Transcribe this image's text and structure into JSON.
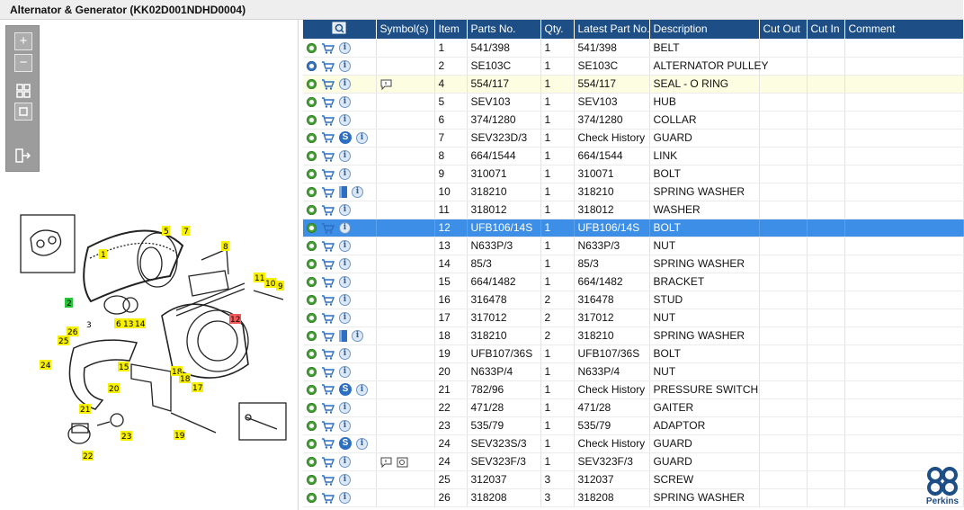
{
  "title": "Alternator & Generator (KK02D001NDHD0004)",
  "toolbar": {
    "zoom_in_icon": "zoom-in-icon",
    "zoom_out_icon": "zoom-out-icon",
    "fit_icon": "fit-window-icon",
    "actual_icon": "actual-size-icon",
    "export_icon": "export-icon"
  },
  "diagram_labels": [
    "1",
    "2",
    "3",
    "5",
    "6",
    "7",
    "8",
    "9",
    "10",
    "11",
    "12",
    "13",
    "14",
    "15",
    "17",
    "18",
    "18",
    "19",
    "20",
    "21",
    "22",
    "23",
    "24",
    "25",
    "26"
  ],
  "columns": {
    "icons": "",
    "symbols": "Symbol(s)",
    "item": "Item",
    "parts_no": "Parts No.",
    "qty": "Qty.",
    "latest": "Latest Part No.",
    "description": "Description",
    "cut_out": "Cut Out",
    "cut_in": "Cut In",
    "comment": "Comment"
  },
  "rows": [
    {
      "item": "1",
      "part": "541/398",
      "qty": "1",
      "latest": "541/398",
      "desc": "BELT"
    },
    {
      "item": "2",
      "part": "SE103C",
      "qty": "1",
      "latest": "SE103C",
      "desc": "ALTERNATOR PULLEY"
    },
    {
      "item": "4",
      "part": "554/117",
      "qty": "1",
      "latest": "554/117",
      "desc": "SEAL - O RING"
    },
    {
      "item": "5",
      "part": "SEV103",
      "qty": "1",
      "latest": "SEV103",
      "desc": "HUB"
    },
    {
      "item": "6",
      "part": "374/1280",
      "qty": "1",
      "latest": "374/1280",
      "desc": "COLLAR"
    },
    {
      "item": "7",
      "part": "SEV323D/3",
      "qty": "1",
      "latest": "Check History",
      "desc": "GUARD"
    },
    {
      "item": "8",
      "part": "664/1544",
      "qty": "1",
      "latest": "664/1544",
      "desc": "LINK"
    },
    {
      "item": "9",
      "part": "310071",
      "qty": "1",
      "latest": "310071",
      "desc": "BOLT"
    },
    {
      "item": "10",
      "part": "318210",
      "qty": "1",
      "latest": "318210",
      "desc": "SPRING WASHER"
    },
    {
      "item": "11",
      "part": "318012",
      "qty": "1",
      "latest": "318012",
      "desc": "WASHER"
    },
    {
      "item": "12",
      "part": "UFB106/14S",
      "qty": "1",
      "latest": "UFB106/14S",
      "desc": "BOLT"
    },
    {
      "item": "13",
      "part": "N633P/3",
      "qty": "1",
      "latest": "N633P/3",
      "desc": "NUT"
    },
    {
      "item": "14",
      "part": "85/3",
      "qty": "1",
      "latest": "85/3",
      "desc": "SPRING WASHER"
    },
    {
      "item": "15",
      "part": "664/1482",
      "qty": "1",
      "latest": "664/1482",
      "desc": "BRACKET"
    },
    {
      "item": "16",
      "part": "316478",
      "qty": "2",
      "latest": "316478",
      "desc": "STUD"
    },
    {
      "item": "17",
      "part": "317012",
      "qty": "2",
      "latest": "317012",
      "desc": "NUT"
    },
    {
      "item": "18",
      "part": "318210",
      "qty": "2",
      "latest": "318210",
      "desc": "SPRING WASHER"
    },
    {
      "item": "19",
      "part": "UFB107/36S",
      "qty": "1",
      "latest": "UFB107/36S",
      "desc": "BOLT"
    },
    {
      "item": "20",
      "part": "N633P/4",
      "qty": "1",
      "latest": "N633P/4",
      "desc": "NUT"
    },
    {
      "item": "21",
      "part": "782/96",
      "qty": "1",
      "latest": "Check History",
      "desc": "PRESSURE SWITCH"
    },
    {
      "item": "22",
      "part": "471/28",
      "qty": "1",
      "latest": "471/28",
      "desc": "GAITER"
    },
    {
      "item": "23",
      "part": "535/79",
      "qty": "1",
      "latest": "535/79",
      "desc": "ADAPTOR"
    },
    {
      "item": "24",
      "part": "SEV323S/3",
      "qty": "1",
      "latest": "Check History",
      "desc": "GUARD"
    },
    {
      "item": "24",
      "part": "SEV323F/3",
      "qty": "1",
      "latest": "SEV323F/3",
      "desc": "GUARD"
    },
    {
      "item": "25",
      "part": "312037",
      "qty": "3",
      "latest": "312037",
      "desc": "SCREW"
    },
    {
      "item": "26",
      "part": "318208",
      "qty": "3",
      "latest": "318208",
      "desc": "SPRING WASHER"
    }
  ],
  "logo": {
    "text": "Perkins"
  },
  "colors": {
    "header": "#1d4f86",
    "selected": "#3d8ee6",
    "highlight": "#fdfde2",
    "label_yellow": "#f7f000",
    "label_green": "#27c43a",
    "label_red": "#f25a5a"
  }
}
